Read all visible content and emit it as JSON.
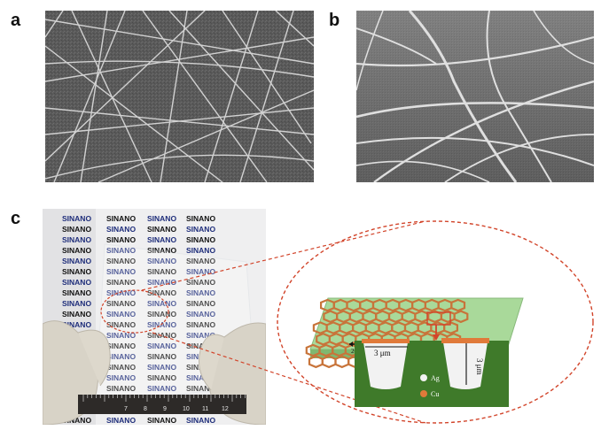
{
  "panel_labels": {
    "a": "a",
    "b": "b",
    "c": "c"
  },
  "sheet_text": "SINANO",
  "ruler_numbers": [
    "7",
    "8",
    "9",
    "10",
    "11",
    "12"
  ],
  "diagram": {
    "scale_label": "200 μm",
    "width_label": "3 μm",
    "height_label": "3 μm",
    "legend": [
      {
        "label": "Ag",
        "color": "#f2f2f2"
      },
      {
        "label": "Cu",
        "color": "#e07a3a"
      }
    ]
  },
  "colors": {
    "accent_dashed": "#d2452b",
    "substrate": "#a9d99a",
    "mesh": "#c8743a",
    "cross_section_bg": "#3f7a2a",
    "sinano_blue": "#1e2d7a",
    "sinano_black": "#111111"
  }
}
